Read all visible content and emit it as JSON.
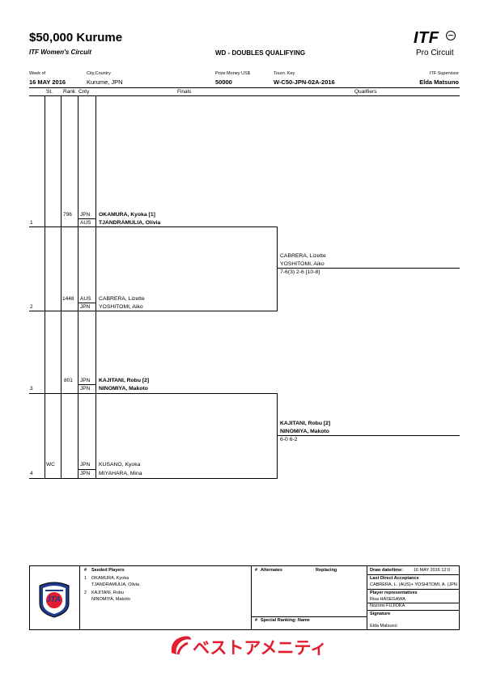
{
  "header": {
    "title": "$50,000 Kurume",
    "subtitle": "ITF Women's Circuit",
    "event": "WD - DOUBLES QUALIFYING",
    "logo_itf": "ITF",
    "logo_sub": "Pro Circuit"
  },
  "info": {
    "week_label": "Week of",
    "week_value": "16 MAY 2016",
    "city_label": "City,Country",
    "city_value": "Kurume, JPN",
    "prize_label": "Prize Money US$",
    "prize_value": "50000",
    "key_label": "Tourn. Key",
    "key_value": "W-C50-JPN-02A-2016",
    "supervisor_label": "ITF Supervisor",
    "supervisor_value": "Elda Matsuno"
  },
  "columns": {
    "st": "St.",
    "rank": "Rank",
    "cnty": "Cnty",
    "finals": "Finals",
    "qualifiers": "Qualifiers"
  },
  "entries": [
    {
      "line": "1",
      "status": "",
      "rank": "796",
      "cnty1": "JPN",
      "cnty2": "AUS",
      "player1": "OKAMURA, Kyoka [1]",
      "player2": "TJANDRAMULIA, Olivia"
    },
    {
      "line": "2",
      "status": "",
      "rank": "1448",
      "cnty1": "AUS",
      "cnty2": "JPN",
      "player1": "CABRERA, Lizette",
      "player2": "YOSHITOMI, Aiko"
    },
    {
      "line": "3",
      "status": "",
      "rank": "801",
      "cnty1": "JPN",
      "cnty2": "JPN",
      "player1": "KAJITANI, Robu [2]",
      "player2": "NINOMIYA, Makoto"
    },
    {
      "line": "4",
      "status": "WC",
      "rank": "",
      "cnty1": "JPN",
      "cnty2": "JPN",
      "player1": "KUSANO, Kyoka",
      "player2": "MIYAHARA, Mina"
    }
  ],
  "results": [
    {
      "player1": "CABRERA, Lizette",
      "player2": "YOSHITOMI, Aiko",
      "score": "7-6(3) 2-6 [10-8]"
    },
    {
      "player1": "KAJITANI, Robu [2]",
      "player2": "NINOMIYA, Makoto",
      "score": "6-0 6-2"
    }
  ],
  "footer": {
    "seeded_title": "Seeded Players",
    "hash": "#",
    "seeded": [
      {
        "num": "1",
        "p1": "OKAMURA, Kyoka",
        "p2": "TJANDRAMULIA, Olivia"
      },
      {
        "num": "2",
        "p1": "KAJITANI, Robu",
        "p2": "NINOMIYA, Makoto"
      }
    ],
    "alternates": "Alternates",
    "replacing": "Replacing",
    "special_ranking": "Special Ranking: Name",
    "draw_label": "Draw date/time:",
    "draw_value": "16 MAY 2016 12:0",
    "last_da_label": "Last Direct Acceptance",
    "last_da_value": "CABRERA, L. (AUS)+ YOSHITOMI, A. (JPN",
    "reps_label": "Player representatives",
    "rep1": "Risa HASEGAWA",
    "rep2": "Nozomi FUJIOKA",
    "signature_label": "Signature",
    "signature_value": "Elda Matsuno",
    "jta_logo": "JTA",
    "sponsor": "ベストアメニティ"
  }
}
